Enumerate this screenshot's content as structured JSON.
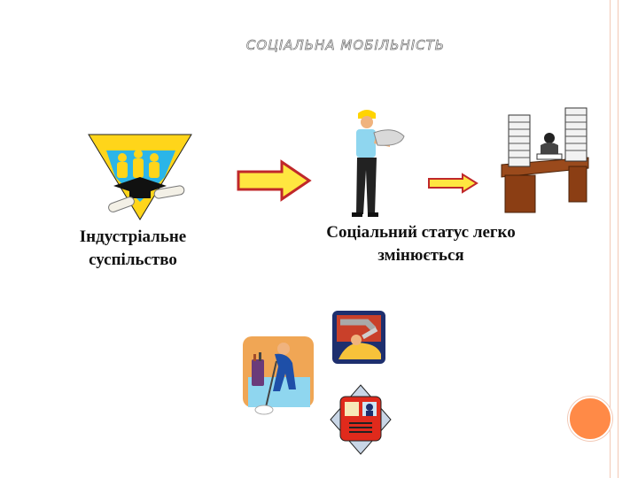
{
  "slide": {
    "title": "СОЦІАЛЬНА  МОБІЛЬНІСТЬ",
    "caption_left": "Індустріальне суспільство",
    "caption_right": "Соціальний статус легко змінюється"
  },
  "colors": {
    "accent_orange": "#ff8a47",
    "arrow_fill": "#ffe640",
    "arrow_stroke": "#c0282a",
    "triangle_yellow": "#ffd51a",
    "triangle_blue": "#2bb5e8"
  },
  "icons": [
    "graduation-triangle-icon",
    "big-arrow-icon",
    "worker-carrying-paper-icon",
    "small-arrow-icon",
    "office-desk-paper-stacks-icon",
    "cleaner-mopping-icon",
    "plumber-wrench-icon",
    "train-driver-icon",
    "slide-marker-dot"
  ]
}
